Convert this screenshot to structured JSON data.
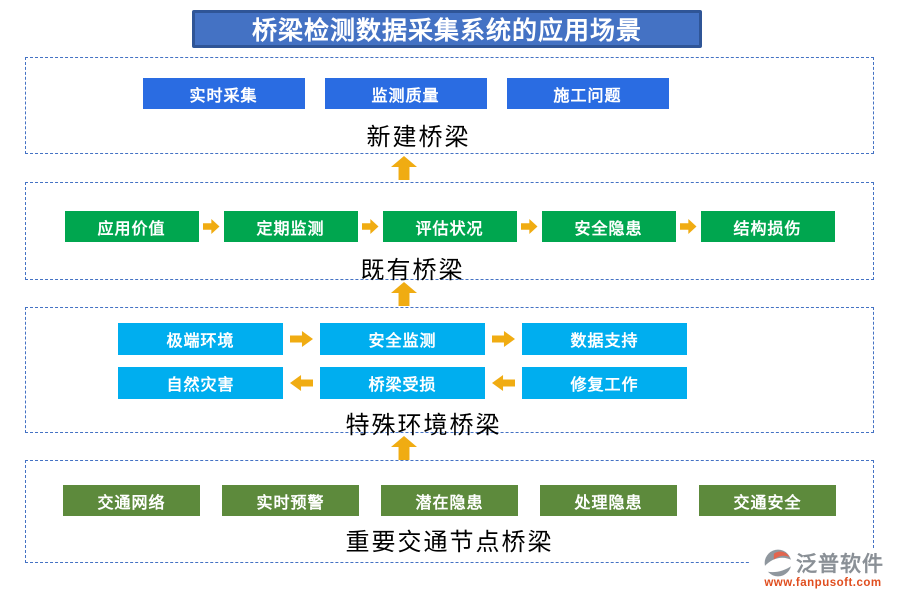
{
  "title": "桥梁检测数据采集系统的应用场景",
  "sections": [
    {
      "id": "new-bridge",
      "label": "新建桥梁",
      "items": [
        "实时采集",
        "监测质量",
        "施工问题"
      ]
    },
    {
      "id": "existing-bridge",
      "label": "既有桥梁",
      "items": [
        "应用价值",
        "定期监测",
        "评估状况",
        "安全隐患",
        "结构损伤"
      ]
    },
    {
      "id": "special-env-bridge",
      "label": "特殊环境桥梁",
      "rows": [
        [
          "极端环境",
          "安全监测",
          "数据支持"
        ],
        [
          "自然灾害",
          "桥梁受损",
          "修复工作"
        ]
      ]
    },
    {
      "id": "key-traffic-bridge",
      "label": "重要交通节点桥梁",
      "items": [
        "交通网络",
        "实时预警",
        "潜在隐患",
        "处理隐患",
        "交通安全"
      ]
    }
  ],
  "logo": {
    "name": "泛普软件",
    "website": "www.fanpusoft.com"
  },
  "colors": {
    "title_bg": "#4472C4",
    "title_border": "#2F5597",
    "section_border": "#4472C4",
    "btn_blue": "#2A6CE2",
    "btn_green": "#00A64F",
    "btn_cyan": "#00AEEF",
    "btn_olive": "#5D8A3C",
    "arrow": "#F0AC12",
    "label": "#000000",
    "logo_text": "#8A9096",
    "logo_url": "#E04E1F"
  }
}
